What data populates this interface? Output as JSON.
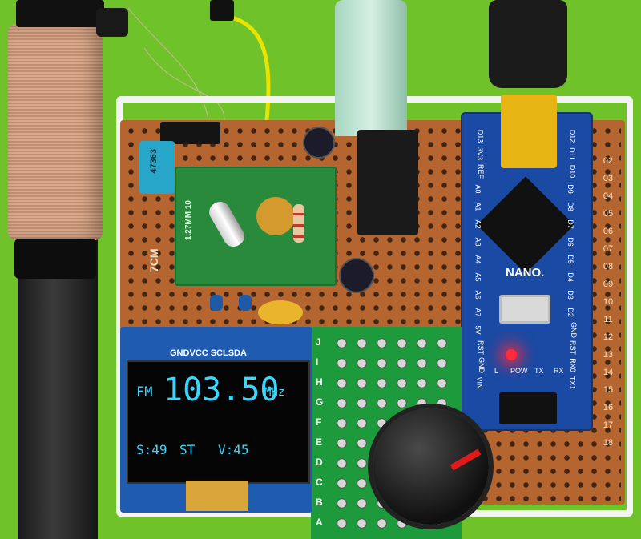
{
  "oled": {
    "header": "GNDVCC SCLSDA",
    "band": "FM",
    "frequency": "103.50",
    "unit": "MHz",
    "signal": "S:49",
    "stereo": "ST",
    "volume": "V:45"
  },
  "components": {
    "capacitor_label": "47363",
    "module_label": "1.27MM 10",
    "board_size": "7CM"
  },
  "arduino": {
    "name": "NANO.",
    "leds": [
      "L",
      "POW",
      "TX",
      "RX"
    ],
    "pins_left": [
      "D13",
      "3V3",
      "REF",
      "A0",
      "A1",
      "A2",
      "A3",
      "A4",
      "A5",
      "A6",
      "A7",
      "5V",
      "RST",
      "GND",
      "VIN"
    ],
    "pins_right": [
      "D12",
      "D11",
      "D10",
      "D9",
      "D8",
      "D7",
      "D6",
      "D5",
      "D4",
      "D3",
      "D2",
      "GND",
      "RST",
      "RX0",
      "TX1"
    ]
  },
  "board_row_numbers": [
    "02",
    "03",
    "04",
    "05",
    "06",
    "07",
    "08",
    "09",
    "10",
    "11",
    "12",
    "13",
    "14",
    "15",
    "16",
    "17",
    "18"
  ],
  "protoboard_letters": [
    "J",
    "I",
    "H",
    "G",
    "F",
    "E",
    "D",
    "C",
    "B",
    "A"
  ]
}
